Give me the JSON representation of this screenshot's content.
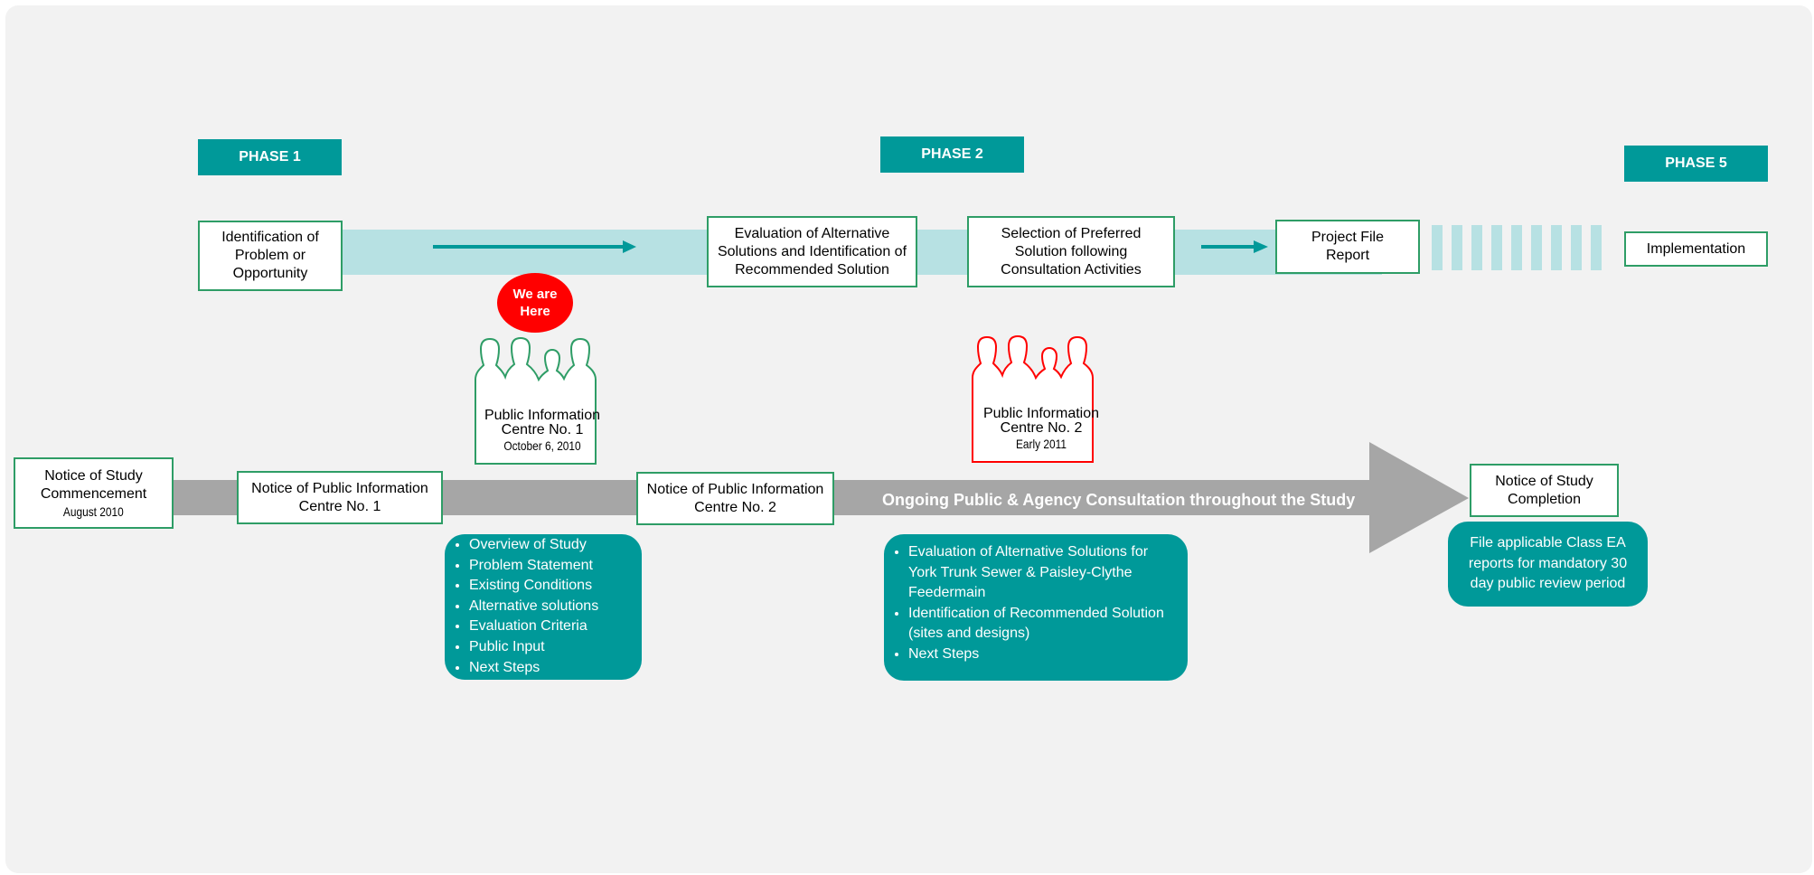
{
  "phases": {
    "p1": "PHASE 1",
    "p2": "PHASE 2",
    "p5": "PHASE 5"
  },
  "process": {
    "identify": "Identification of Problem or Opportunity",
    "evaluate": "Evaluation of Alternative Solutions and Identification of Recommended Solution",
    "select": "Selection of Preferred Solution following Consultation Activities",
    "project_file": "Project File Report",
    "implementation": "Implementation"
  },
  "marker": {
    "line1": "We are",
    "line2": "Here"
  },
  "pic1": {
    "title_line1": "Public Information",
    "title_line2": "Centre No. 1",
    "date": "October 6, 2010"
  },
  "pic2": {
    "title_line1": "Public Information",
    "title_line2": "Centre No. 2",
    "date": "Early 2011"
  },
  "consultation": {
    "banner": "Ongoing Public & Agency Consultation throughout the Study",
    "commencement_title": "Notice of Study Commencement",
    "commencement_date": "August 2010",
    "notice_pic1": "Notice of Public Information Centre No. 1",
    "notice_pic2": "Notice of Public Information Centre No. 2",
    "completion": "Notice of Study Completion"
  },
  "pic1_topics": [
    "Overview of Study",
    "Problem Statement",
    "Existing Conditions",
    "Alternative solutions",
    "Evaluation Criteria",
    "Public Input",
    "Next Steps"
  ],
  "pic2_topics": [
    "Evaluation of Alternative Solutions for York Trunk Sewer & Paisley-Clythe Feedermain",
    "Identification of Recommended Solution (sites and designs)",
    " Next Steps"
  ],
  "completion_note": "File applicable Class EA reports for mandatory 30 day public review period",
  "colors": {
    "teal": "#009999",
    "light_teal": "#b7e1e3",
    "box_border": "#2e9d66",
    "grey_arrow": "#a6a6a6",
    "marker_red": "#ff0000",
    "pic2_outline": "#ff0000"
  }
}
